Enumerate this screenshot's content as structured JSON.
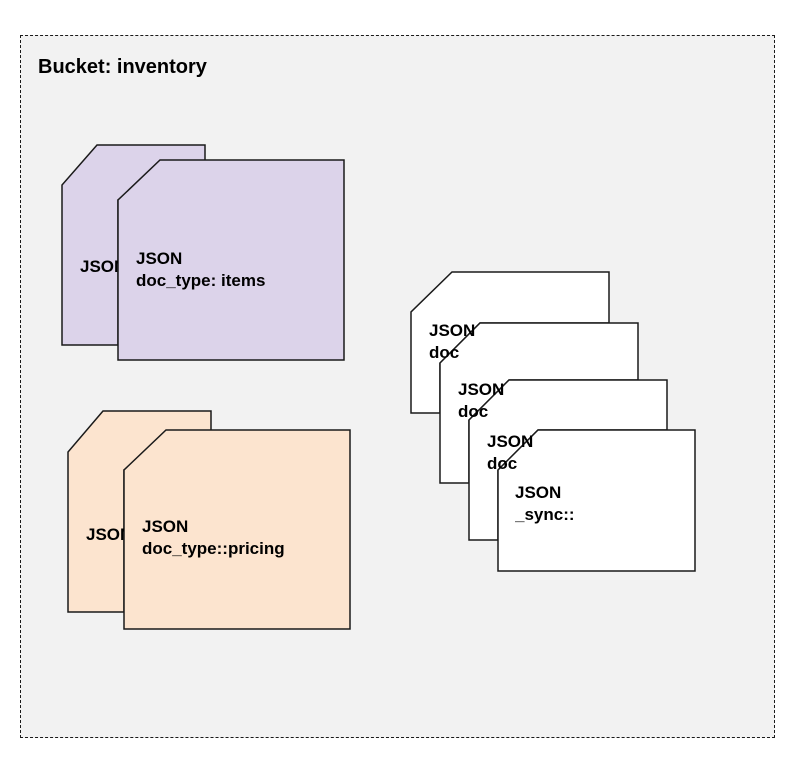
{
  "bucket": {
    "title": "Bucket: inventory"
  },
  "colors": {
    "items_fill": "#dcd3ea",
    "pricing_fill": "#fce4cf",
    "sync_fill": "#ffffff",
    "stroke": "#1a1a1a",
    "bucket_fill": "#f2f2f2"
  },
  "groups": {
    "items": {
      "back": {
        "line1": "JSON"
      },
      "front": {
        "line1": "JSON",
        "line2": "doc_type: items"
      }
    },
    "pricing": {
      "back": {
        "line1": "JSON"
      },
      "front": {
        "line1": "JSON",
        "line2": "doc_type::pricing"
      }
    },
    "sync": {
      "doc1": {
        "line1": "JSON",
        "line2": "doc"
      },
      "doc2": {
        "line1": "JSON",
        "line2": "doc"
      },
      "doc3": {
        "line1": "JSON",
        "line2": "doc"
      },
      "front": {
        "line1": "JSON",
        "line2": "_sync::"
      }
    }
  }
}
